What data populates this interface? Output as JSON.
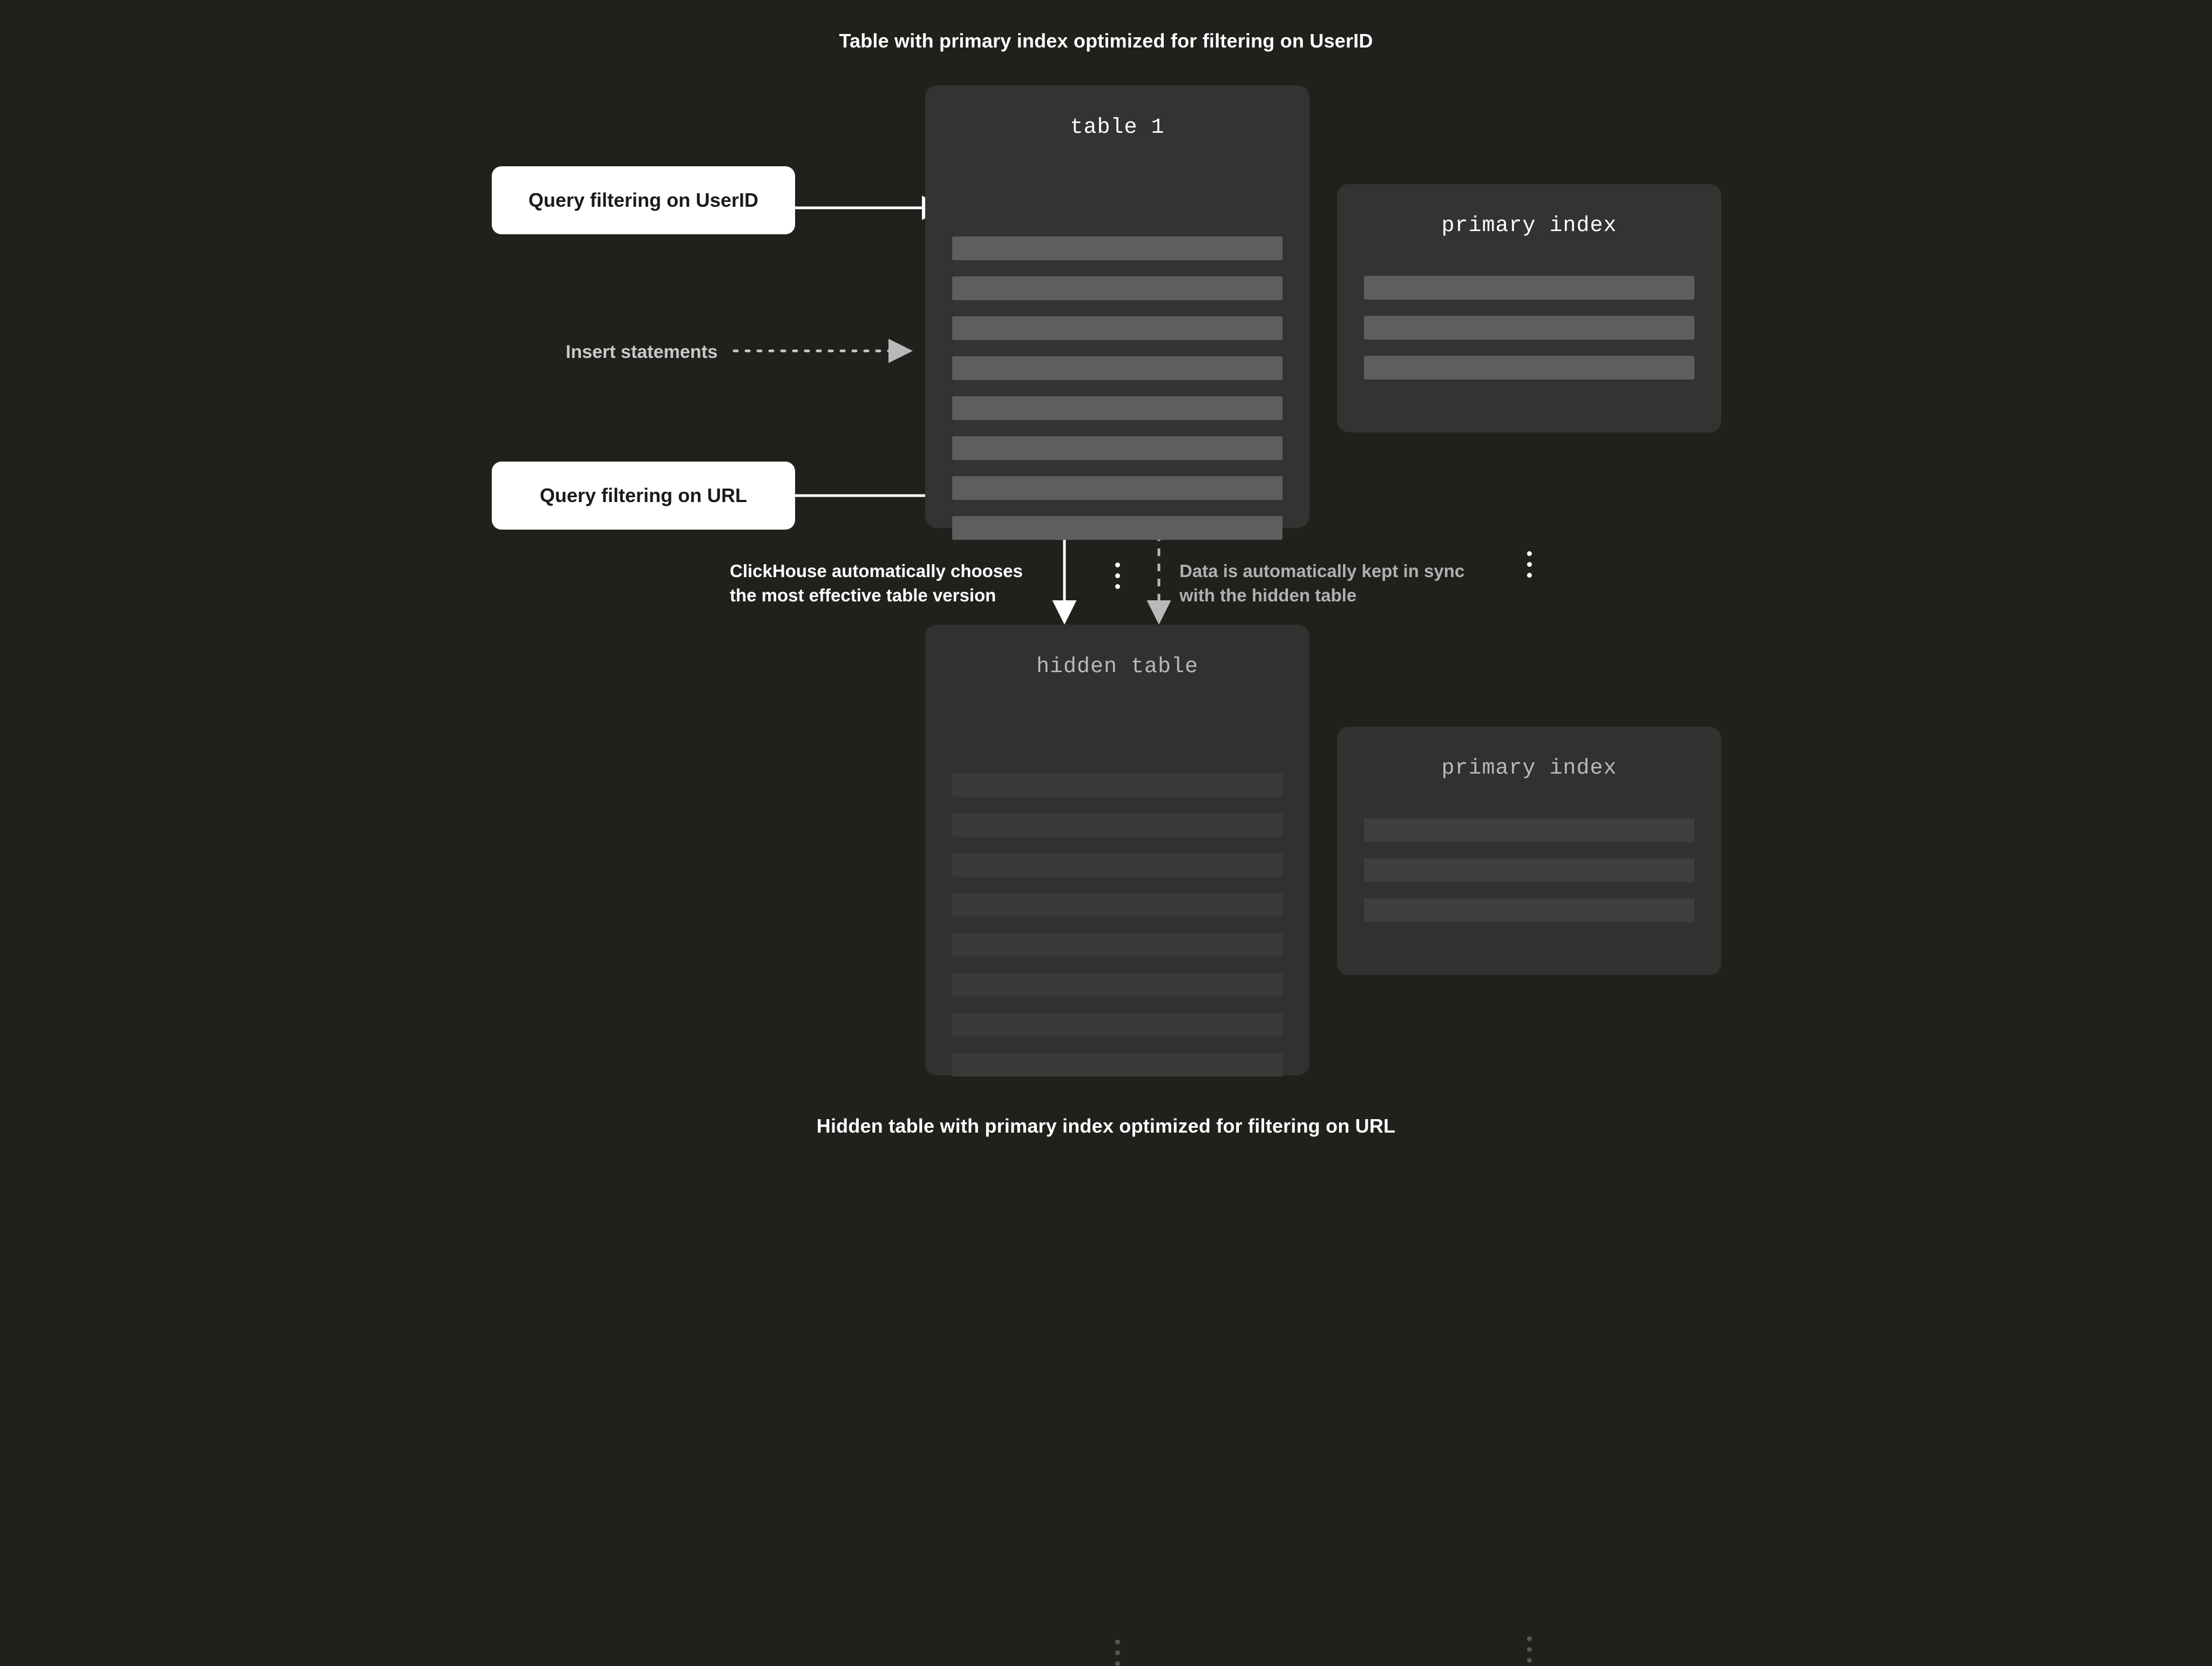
{
  "captions": {
    "top": "Table with primary index optimized for filtering on UserID",
    "bottom": "Hidden table with primary index optimized for filtering on URL"
  },
  "tables": {
    "primary": {
      "title": "table 1",
      "row_count": 8,
      "ellipsis": "vertical-ellipsis",
      "row_color": "#5e5e5e",
      "card_color": "#343331"
    },
    "hidden": {
      "title": "hidden table",
      "row_count": 8,
      "ellipsis": "vertical-ellipsis",
      "row_color": "#3b3a38",
      "card_color": "#323130"
    }
  },
  "indexes": {
    "primary": {
      "title": "primary index",
      "row_count": 3,
      "ellipsis": "vertical-ellipsis",
      "row_color": "#5e5e5e"
    },
    "hidden": {
      "title": "primary index",
      "row_count": 3,
      "ellipsis": "vertical-ellipsis",
      "row_color": "#3f3e3c"
    }
  },
  "callouts": {
    "query_userid": "Query filtering on UserID",
    "query_url": "Query filtering on URL"
  },
  "annotations": {
    "insert": "Insert statements",
    "choose_line1": "ClickHouse automatically chooses",
    "choose_line2": "the most effective table version",
    "sync_line1": "Data is automatically kept in sync",
    "sync_line2": "with the hidden table"
  },
  "colors": {
    "background": "#21201d",
    "callout_bg": "#ffffff",
    "callout_text": "#1b1a18",
    "text_bright": "#ffffff",
    "text_dim": "#b0b0b0",
    "arrow_solid": "#ffffff",
    "arrow_dashed": "#b9b9b9"
  }
}
